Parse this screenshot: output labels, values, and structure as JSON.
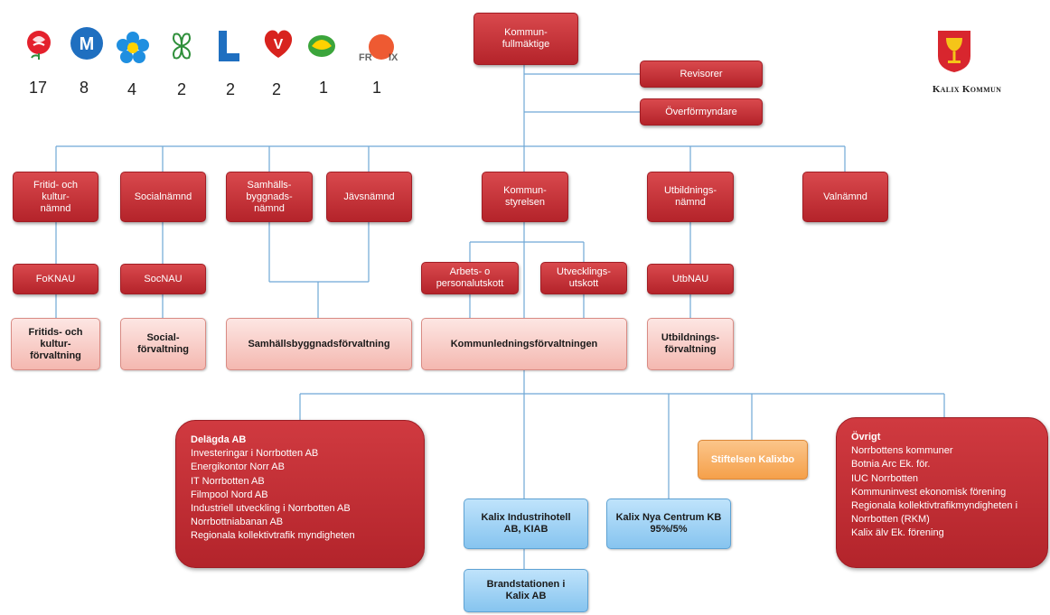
{
  "parties": [
    {
      "icon": "rose-icon",
      "seats": "17",
      "color": "#e4202c"
    },
    {
      "icon": "m-party-icon",
      "seats": "8",
      "color": "#1f6fc0"
    },
    {
      "icon": "flower-icon",
      "seats": "4",
      "color": "#1f8fe0"
    },
    {
      "icon": "clover-icon",
      "seats": "2",
      "color": "#2e8f3a"
    },
    {
      "icon": "l-party-icon",
      "seats": "2",
      "color": "#1f6fc0"
    },
    {
      "icon": "v-party-icon",
      "seats": "2",
      "color": "#d8231e"
    },
    {
      "icon": "sunflower-icon",
      "seats": "1",
      "color": "#3ba53b"
    },
    {
      "icon": "framkalix-icon",
      "seats": "1",
      "color": "#ee5a32"
    }
  ],
  "municipality": {
    "name": "Kalix Kommun"
  },
  "council": {
    "label": "Kommun-\nfullmäktige"
  },
  "revisorer": {
    "label": "Revisorer"
  },
  "overformyndare": {
    "label": "Överförmyndare"
  },
  "boards": {
    "fritid": "Fritid- och\nkultur-\nnämnd",
    "social": "Socialnämnd",
    "samhall": "Samhälls-\nbyggnads-\nnämnd",
    "javs": "Jävsnämnd",
    "ks": "Kommun-\nstyrelsen",
    "utb": "Utbildnings-\nnämnd",
    "val": "Valnämnd"
  },
  "committees": {
    "foknau": "FoKNAU",
    "socnau": "SocNAU",
    "arbets": "Arbets- o\npersonalutskott",
    "utveck": "Utvecklings-\nutskott",
    "utbnau": "UtbNAU"
  },
  "admins": {
    "fritid": "Fritids- och\nkultur-\nförvaltning",
    "social": "Social-\nförvaltning",
    "samhall": "Samhällsbyggnadsförvaltning",
    "kommunled": "Kommunledningsförvaltningen",
    "utb": "Utbildnings-\nförvaltning"
  },
  "delagda": {
    "title": "Delägda AB",
    "items": [
      "Investeringar  i Norrbotten AB",
      "Energikontor Norr AB",
      "IT Norrbotten AB",
      "Filmpool Nord AB",
      "Industriell utveckling i Norrbotten AB",
      "Norrbottniabanan AB",
      "Regionala kollektivtrafik myndigheten"
    ]
  },
  "companies": {
    "kiab": "Kalix Industrihotell\nAB, KIAB",
    "brand": "Brandstationen i\nKalix AB",
    "centrum": "Kalix Nya Centrum KB\n95%/5%",
    "kalixbo": "Stiftelsen Kalixbo"
  },
  "ovrigt": {
    "title": "Övrigt",
    "items": [
      "Norrbottens kommuner",
      "Botnia Arc Ek. för.",
      "IUC Norrbotten",
      "Kommuninvest ekonomisk förening",
      "Regionala kollektivtrafikmyndigheten i",
      "Norrbotten (RKM)",
      "Kalix älv Ek. förening"
    ]
  }
}
